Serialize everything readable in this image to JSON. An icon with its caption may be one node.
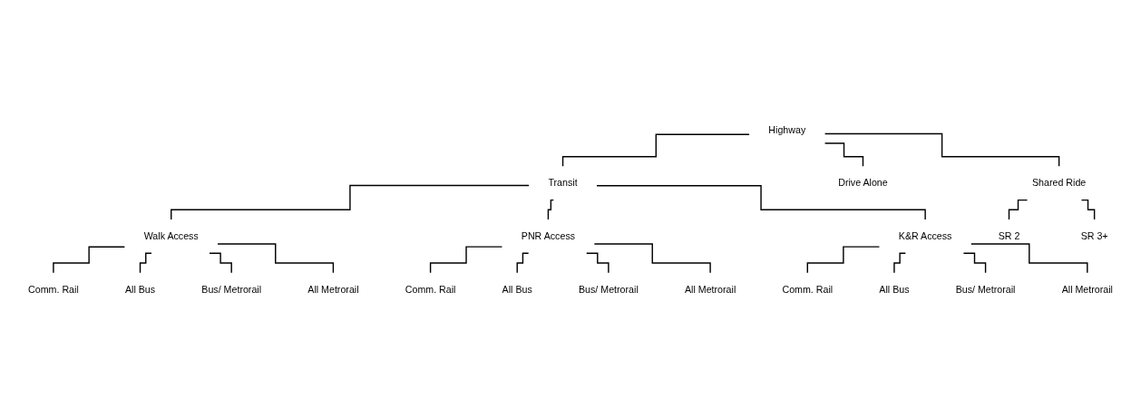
{
  "diagram": {
    "nodes": [
      {
        "text": [
          "Highway"
        ]
      },
      {
        "text": [
          "Transit"
        ]
      },
      {
        "text": [
          "Drive Alone"
        ]
      },
      {
        "text": [
          "Shared Ride"
        ]
      },
      {
        "text": [
          "Walk Access"
        ]
      },
      {
        "text": [
          "PNR Access"
        ]
      },
      {
        "text": [
          "K&R Access"
        ]
      },
      {
        "text": [
          "SR 2"
        ]
      },
      {
        "text": [
          "SR 3+"
        ]
      },
      {
        "text": [
          "Comm. Rail"
        ]
      },
      {
        "text": [
          "All Bus"
        ]
      },
      {
        "text": [
          "Bus/ Metrorail"
        ]
      },
      {
        "text": [
          "All Metrorail"
        ]
      },
      {
        "text": [
          "Comm. Rail"
        ]
      },
      {
        "text": [
          "All Bus"
        ]
      },
      {
        "text": [
          "Bus/ Metrorail"
        ]
      },
      {
        "text": [
          "All Metrorail"
        ]
      },
      {
        "text": [
          "Comm. Rail"
        ]
      },
      {
        "text": [
          "All Bus"
        ]
      },
      {
        "text": [
          "Bus/ Metrorail"
        ]
      },
      {
        "text": [
          "All Metrorail"
        ]
      }
    ],
    "edges": [
      {
        "from": 0,
        "to": 1,
        "arrow": "none"
      },
      {
        "from": 0,
        "to": 2,
        "arrow": "none"
      },
      {
        "from": 0,
        "to": 3,
        "arrow": "none"
      },
      {
        "from": 1,
        "to": 4,
        "arrow": "none"
      },
      {
        "from": 1,
        "to": 5,
        "arrow": "none"
      },
      {
        "from": 1,
        "to": 6,
        "arrow": "none"
      },
      {
        "from": 3,
        "to": 7,
        "arrow": "none"
      },
      {
        "from": 3,
        "to": 8,
        "arrow": "none"
      },
      {
        "from": 4,
        "to": 9,
        "arrow": "none"
      },
      {
        "from": 4,
        "to": 10,
        "arrow": "none"
      },
      {
        "from": 4,
        "to": 11,
        "arrow": "none"
      },
      {
        "from": 4,
        "to": 12,
        "arrow": "none"
      },
      {
        "from": 5,
        "to": 13,
        "arrow": "none"
      },
      {
        "from": 5,
        "to": 14,
        "arrow": "none"
      },
      {
        "from": 5,
        "to": 15,
        "arrow": "none"
      },
      {
        "from": 5,
        "to": 16,
        "arrow": "none"
      },
      {
        "from": 6,
        "to": 17,
        "arrow": "none"
      },
      {
        "from": 6,
        "to": 18,
        "arrow": "none"
      },
      {
        "from": 6,
        "to": 19,
        "arrow": "none"
      },
      {
        "from": 6,
        "to": 20,
        "arrow": "none"
      }
    ]
  }
}
